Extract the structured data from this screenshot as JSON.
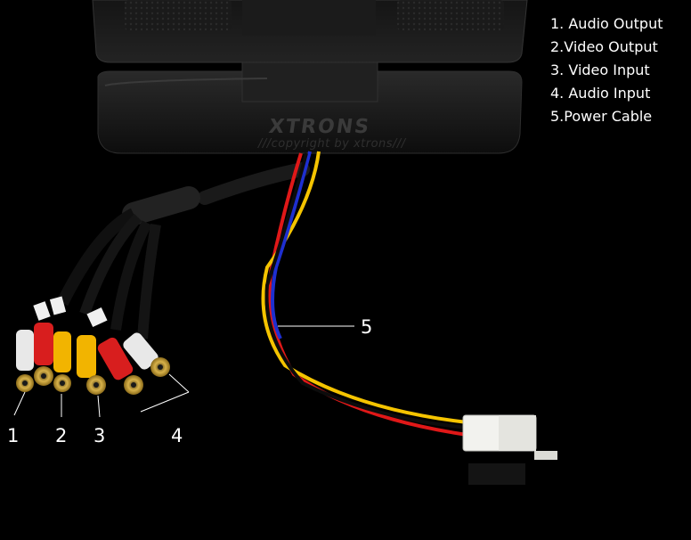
{
  "legend": [
    "1. Audio Output",
    "2.Video Output",
    "3. Video Input",
    "4. Audio Input",
    "5.Power Cable"
  ],
  "callouts": {
    "one": "1",
    "two": "2",
    "three": "3",
    "four": "4",
    "five": "5"
  },
  "device": {
    "brand": "XTRONS",
    "watermark": "///copyright by xtrons///"
  },
  "colors": {
    "background": "#000000",
    "wire_red": "#e01818",
    "wire_yellow": "#f5c400",
    "wire_blue": "#1e2fd0",
    "rca_white": "#e8e8e8",
    "rca_red": "#d81e1e",
    "rca_yellow": "#f2b400"
  }
}
